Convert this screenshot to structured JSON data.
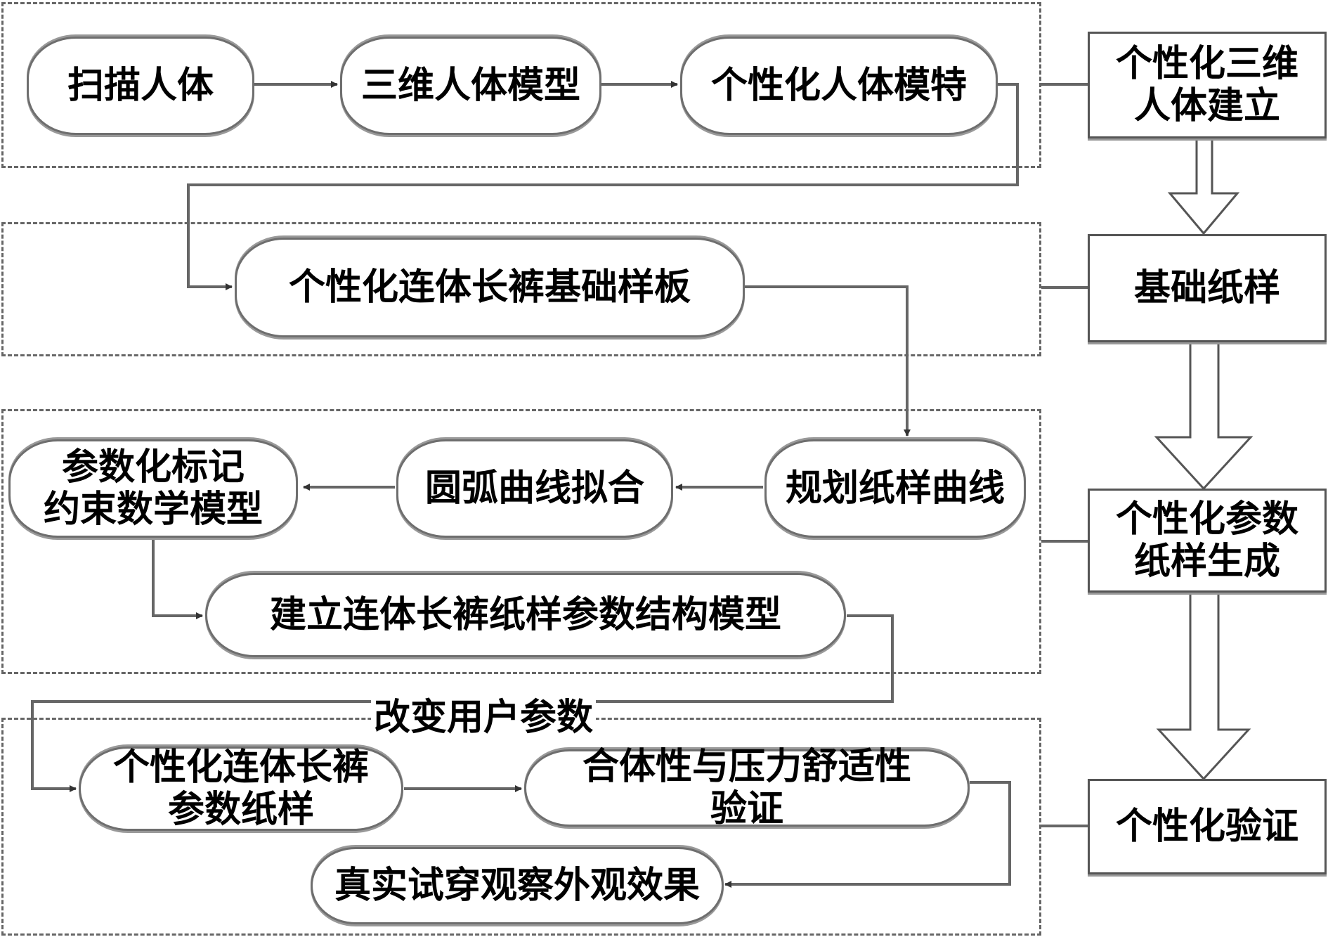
{
  "diagram": {
    "groups": [
      {
        "id": "g1",
        "name": "scan-group"
      },
      {
        "id": "g2",
        "name": "base-pattern-group"
      },
      {
        "id": "g3",
        "name": "parametric-group"
      },
      {
        "id": "g4",
        "name": "validation-group"
      }
    ],
    "nodes": {
      "scan_body": "扫描人体",
      "model_3d": "三维人体模型",
      "custom_mannequin": "个性化人体模特",
      "base_template": "个性化连体长裤基础样板",
      "plan_curve": "规划纸样曲线",
      "arc_fit": "圆弧曲线拟合",
      "param_mark": "参数化标记\n约束数学模型",
      "build_model": "建立连体长裤纸样参数结构模型",
      "param_pattern": "个性化连体长裤\n参数纸样",
      "fit_comfort": "合体性与压力舒适性\n验证",
      "try_on": "真实试穿观察外观效果"
    },
    "stages": {
      "stage1": "个性化三维\n人体建立",
      "stage2": "基础纸样",
      "stage3": "个性化参数\n纸样生成",
      "stage4": "个性化验证"
    },
    "edge_labels": {
      "change_params": "改变用户参数"
    }
  }
}
